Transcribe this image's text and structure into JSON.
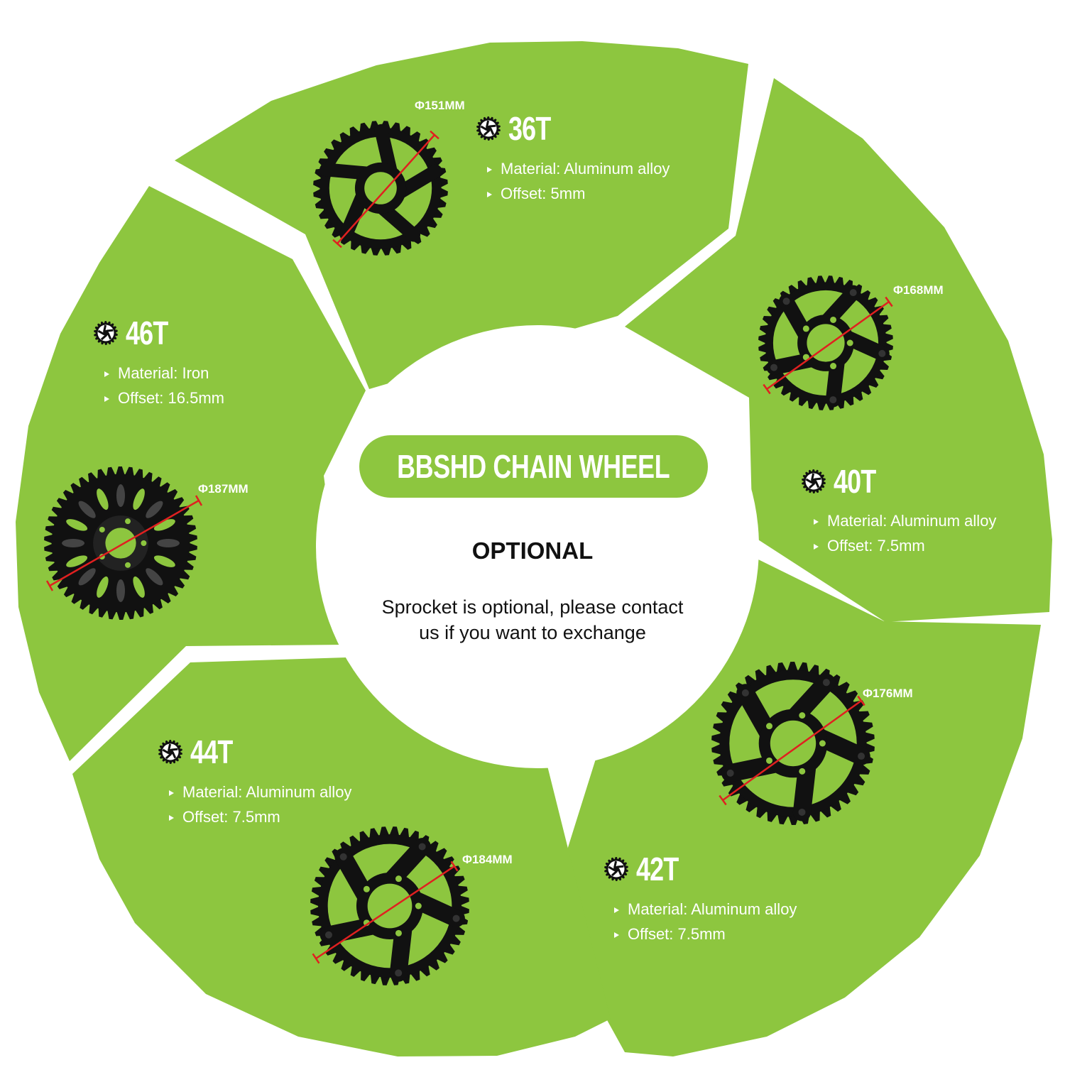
{
  "theme": {
    "green": "#8dc63f",
    "accent_red": "#e02020",
    "sprocket_black": "#111111"
  },
  "center": {
    "title": "BBSHD CHAIN WHEEL",
    "heading": "OPTIONAL",
    "note_line1": "Sprocket is optional, please contact",
    "note_line2": "us if you want to exchange"
  },
  "sprockets": [
    {
      "id": "36t",
      "title": "36T",
      "diameter": "Φ151MM",
      "material": "Material: Aluminum alloy",
      "offset": "Offset: 5mm",
      "icon": "sprocket-icon",
      "style": "spider"
    },
    {
      "id": "40t",
      "title": "40T",
      "diameter": "Φ168MM",
      "material": "Material: Aluminum alloy",
      "offset": "Offset: 7.5mm",
      "icon": "sprocket-icon",
      "style": "five-arm"
    },
    {
      "id": "42t",
      "title": "42T",
      "diameter": "Φ176MM",
      "material": "Material: Aluminum alloy",
      "offset": "Offset: 7.5mm",
      "icon": "sprocket-icon",
      "style": "five-arm"
    },
    {
      "id": "44t",
      "title": "44T",
      "diameter": "Φ184MM",
      "material": "Material: Aluminum alloy",
      "offset": "Offset: 7.5mm",
      "icon": "sprocket-icon",
      "style": "five-arm"
    },
    {
      "id": "46t",
      "title": "46T",
      "diameter": "Φ187MM",
      "material": "Material: Iron",
      "offset": "Offset: 16.5mm",
      "icon": "sprocket-icon",
      "style": "dish"
    }
  ]
}
